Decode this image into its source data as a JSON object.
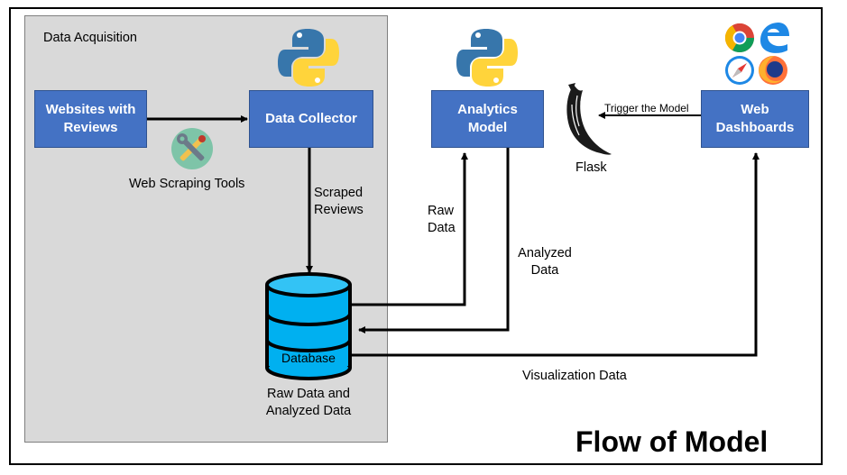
{
  "acquisition": {
    "label": "Data Acquisition"
  },
  "nodes": {
    "websites": {
      "line1": "Websites with",
      "line2": "Reviews"
    },
    "collector": {
      "label": "Data Collector"
    },
    "analytics": {
      "line1": "Analytics",
      "line2": "Model"
    },
    "dashboards": {
      "line1": "Web",
      "line2": "Dashboards"
    },
    "database": {
      "label": "Database"
    }
  },
  "labels": {
    "web_scraping_tools": "Web Scraping Tools",
    "scraped_reviews": {
      "line1": "Scraped",
      "line2": "Reviews"
    },
    "raw_data": {
      "line1": "Raw",
      "line2": "Data"
    },
    "analyzed_data": {
      "line1": "Analyzed",
      "line2": "Data"
    },
    "trigger": "Trigger the Model",
    "flask": "Flask",
    "visualization_data": "Visualization Data",
    "db_caption": {
      "line1": "Raw Data and",
      "line2": "Analyzed Data"
    }
  },
  "title": "Flow of Model",
  "icons": [
    "python-logo-icon",
    "tools-icon",
    "flask-logo-icon",
    "chrome-icon",
    "edge-icon",
    "safari-icon",
    "firefox-icon",
    "database-icon"
  ],
  "colors": {
    "box_fill": "#4472C4",
    "database_fill": "#00B0F0",
    "acquisition_bg": "#D9D9D9",
    "python_blue": "#3776AB",
    "python_yellow": "#FFD43B"
  }
}
